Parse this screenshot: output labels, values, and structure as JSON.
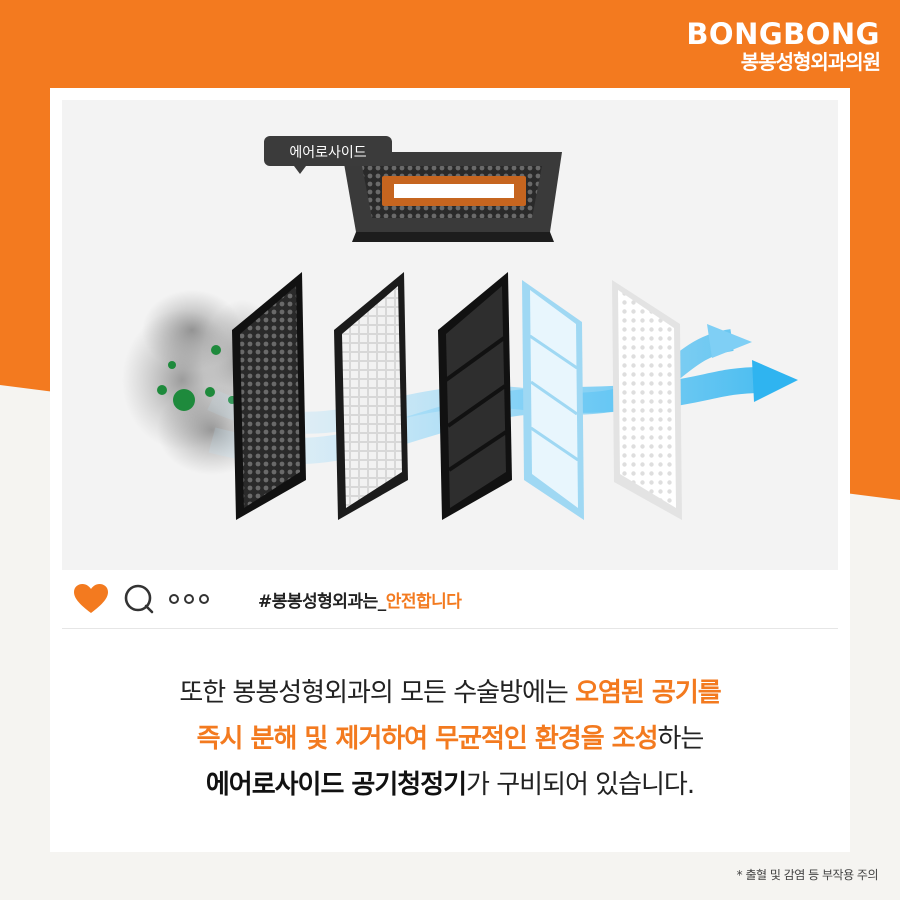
{
  "brand": {
    "name": "BONGBONG",
    "subtitle": "봉봉성형외과의원"
  },
  "image": {
    "callout_label": "에어로사이드"
  },
  "actions": {
    "like_icon": "heart-icon",
    "comment_icon": "comment-icon",
    "more_icon": "more-icon",
    "hashtag_prefix": "#봉봉성형외과는_",
    "hashtag_highlight": "안전합니다"
  },
  "body": {
    "line1_plain": "또한 봉봉성형외과의 모든 수술방에는 ",
    "line1_orange": "오염된 공기를",
    "line2_orange": "즉시 분해 및 제거하여 무균적인 환경을 조성",
    "line2_plain": "하는",
    "line3_bold": "에어로사이드 공기청정기",
    "line3_plain": "가 구비되어 있습니다."
  },
  "footnote": "* 출혈 및 감염 등 부작용 주의",
  "colors": {
    "accent": "#f37a1f",
    "text": "#222222"
  }
}
